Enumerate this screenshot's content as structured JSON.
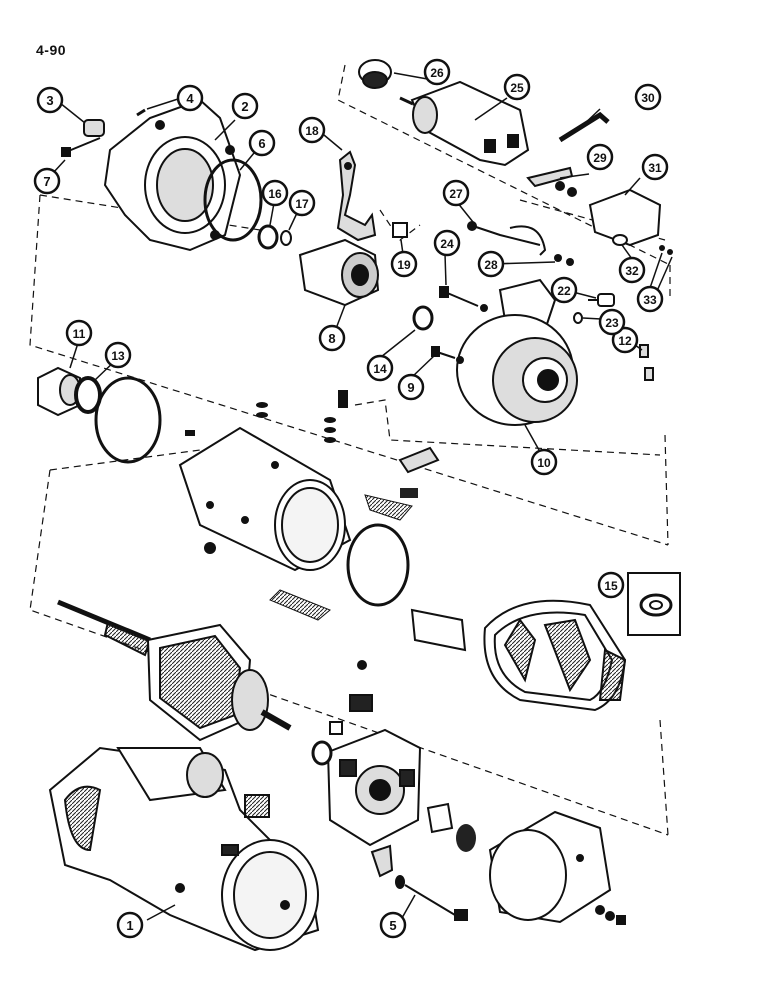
{
  "page_number": "4-90",
  "callouts": [
    {
      "id": "c1",
      "label": "1"
    },
    {
      "id": "c2",
      "label": "2"
    },
    {
      "id": "c3",
      "label": "3"
    },
    {
      "id": "c4",
      "label": "4"
    },
    {
      "id": "c5",
      "label": "5"
    },
    {
      "id": "c6",
      "label": "6"
    },
    {
      "id": "c7",
      "label": "7"
    },
    {
      "id": "c8",
      "label": "8"
    },
    {
      "id": "c9",
      "label": "9"
    },
    {
      "id": "c10",
      "label": "10"
    },
    {
      "id": "c11",
      "label": "11"
    },
    {
      "id": "c12",
      "label": "12"
    },
    {
      "id": "c13",
      "label": "13"
    },
    {
      "id": "c14",
      "label": "14"
    },
    {
      "id": "c15",
      "label": "15"
    },
    {
      "id": "c16",
      "label": "16"
    },
    {
      "id": "c17",
      "label": "17"
    },
    {
      "id": "c18",
      "label": "18"
    },
    {
      "id": "c19",
      "label": "19"
    },
    {
      "id": "c22",
      "label": "22"
    },
    {
      "id": "c23",
      "label": "23"
    },
    {
      "id": "c24",
      "label": "24"
    },
    {
      "id": "c25",
      "label": "25"
    },
    {
      "id": "c26",
      "label": "26"
    },
    {
      "id": "c27",
      "label": "27"
    },
    {
      "id": "c28",
      "label": "28"
    },
    {
      "id": "c29",
      "label": "29"
    },
    {
      "id": "c30",
      "label": "30"
    },
    {
      "id": "c31",
      "label": "31"
    },
    {
      "id": "c32",
      "label": "32"
    },
    {
      "id": "c33",
      "label": "33"
    }
  ]
}
